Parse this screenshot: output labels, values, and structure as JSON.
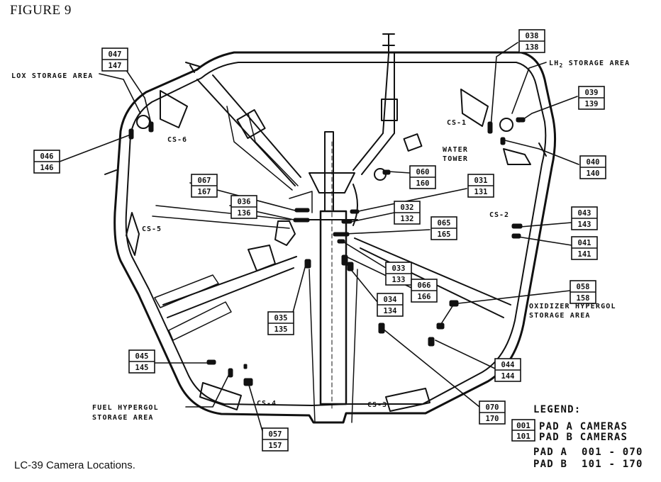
{
  "figure_label": "FIGURE 9",
  "caption": "LC-39 Camera Locations.",
  "areas": {
    "lox": "LOX STORAGE AREA",
    "lh2_prefix": "LH",
    "lh2_sub": "2",
    "lh2_suffix": " STORAGE AREA",
    "water_line1": "WATER",
    "water_line2": "TOWER",
    "oxidizer_line1": "OXIDIZER HYPERGOL",
    "oxidizer_line2": "STORAGE AREA",
    "fuel_line1": "FUEL HYPERGOL",
    "fuel_line2": "STORAGE AREA"
  },
  "camera_sites": {
    "cs1": "CS-1",
    "cs2": "CS-2",
    "cs3": "CS-3",
    "cs4": "CS-4",
    "cs5": "CS-5",
    "cs6": "CS-6"
  },
  "cameras": [
    {
      "id": "cam-038",
      "a": "038",
      "b": "138"
    },
    {
      "id": "cam-047",
      "a": "047",
      "b": "147"
    },
    {
      "id": "cam-039",
      "a": "039",
      "b": "139"
    },
    {
      "id": "cam-046",
      "a": "046",
      "b": "146"
    },
    {
      "id": "cam-040",
      "a": "040",
      "b": "140"
    },
    {
      "id": "cam-060",
      "a": "060",
      "b": "160"
    },
    {
      "id": "cam-067",
      "a": "067",
      "b": "167"
    },
    {
      "id": "cam-031",
      "a": "031",
      "b": "131"
    },
    {
      "id": "cam-036",
      "a": "036",
      "b": "136"
    },
    {
      "id": "cam-032",
      "a": "032",
      "b": "132"
    },
    {
      "id": "cam-043",
      "a": "043",
      "b": "143"
    },
    {
      "id": "cam-065",
      "a": "065",
      "b": "165"
    },
    {
      "id": "cam-041",
      "a": "041",
      "b": "141"
    },
    {
      "id": "cam-033",
      "a": "033",
      "b": "133"
    },
    {
      "id": "cam-066",
      "a": "066",
      "b": "166"
    },
    {
      "id": "cam-058",
      "a": "058",
      "b": "158"
    },
    {
      "id": "cam-034",
      "a": "034",
      "b": "134"
    },
    {
      "id": "cam-035",
      "a": "035",
      "b": "135"
    },
    {
      "id": "cam-045",
      "a": "045",
      "b": "145"
    },
    {
      "id": "cam-044",
      "a": "044",
      "b": "144"
    },
    {
      "id": "cam-070",
      "a": "070",
      "b": "170"
    },
    {
      "id": "cam-057",
      "a": "057",
      "b": "157"
    }
  ],
  "legend": {
    "title": "LEGEND:",
    "box_a": "001",
    "box_b": "101",
    "pad_a_cameras": "PAD A CAMERAS",
    "pad_b_cameras": "PAD B CAMERAS",
    "pad_a_range_label": "PAD A",
    "pad_a_range": "001 - 070",
    "pad_b_range_label": "PAD B",
    "pad_b_range": "101 - 170"
  }
}
